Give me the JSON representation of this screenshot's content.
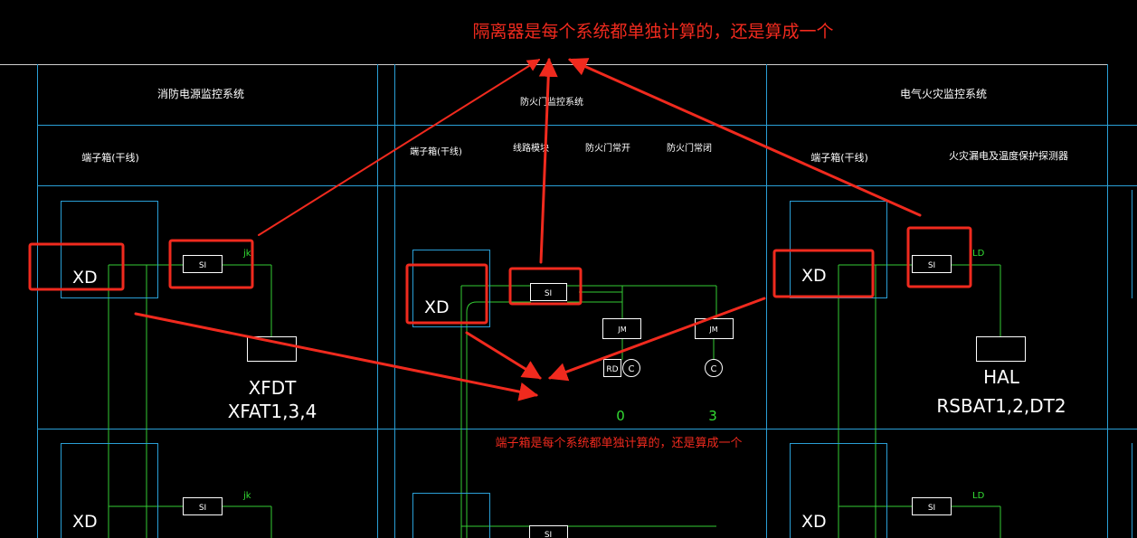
{
  "annotations": {
    "top_question": "隔离器是每个系统都单独计算的，还是算成一个",
    "bottom_question": "端子箱是每个系统都单独计算的，还是算成一个"
  },
  "columns": [
    {
      "system": "消防电源监控系统",
      "sub_headers": [
        "端子箱(干线)"
      ],
      "upper": {
        "box": "XD",
        "isolator": "SI",
        "tag": "jk",
        "device": "XFDT",
        "device_model": "XFAT1,3,4"
      },
      "lower": {
        "box": "XD",
        "isolator": "SI",
        "tag": "jk"
      }
    },
    {
      "system": "防火门监控系统",
      "sub_headers": [
        "端子箱(干线)",
        "线路模块",
        "防火门常开",
        "防火门常闭"
      ],
      "upper": {
        "box": "XD",
        "isolator": "SI",
        "modules": [
          "JM",
          "JM"
        ],
        "door_open": {
          "symbols": [
            "RD",
            "C"
          ],
          "count": "0"
        },
        "door_closed": {
          "symbols": [
            "C"
          ],
          "count": "3"
        }
      },
      "lower": {
        "isolator": "SI"
      }
    },
    {
      "system": "电气火灾监控系统",
      "sub_headers": [
        "端子箱(干线)",
        "火灾漏电及温度保护探测器"
      ],
      "upper": {
        "box": "XD",
        "isolator": "SI",
        "tag": "LD",
        "device": "HAL",
        "device_model": "RSBAT1,2,DT2"
      },
      "lower": {
        "box": "XD",
        "isolator": "SI",
        "tag": "LD"
      }
    }
  ],
  "colors": {
    "grid": "#2a9fd6",
    "wire": "#33cc33",
    "callout": "#f02a1e",
    "label": "#ffffff",
    "tag": "#33dd33"
  }
}
